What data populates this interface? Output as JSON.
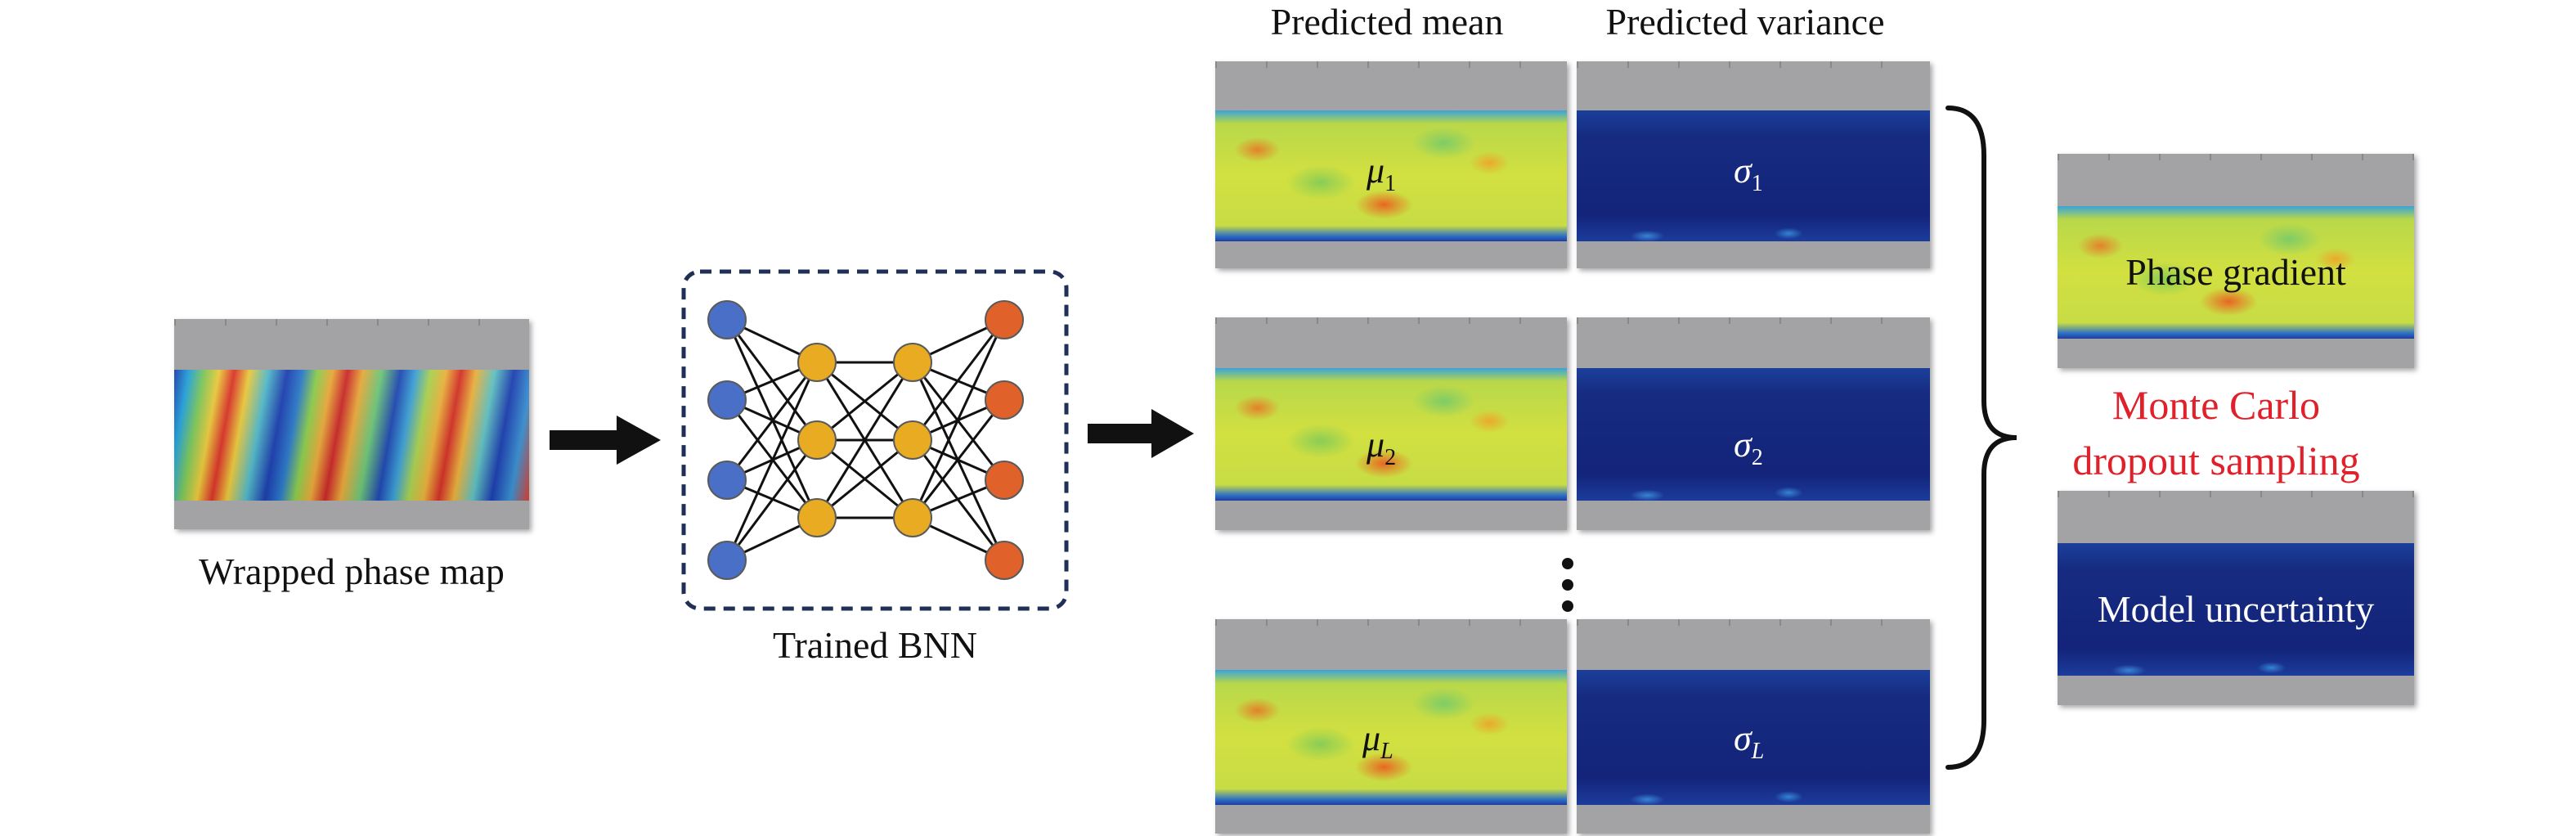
{
  "input": {
    "caption": "Wrapped phase map"
  },
  "network": {
    "caption": "Trained BNN",
    "layers": [
      4,
      3,
      3,
      4
    ],
    "colors": {
      "input": "#4a6fc7",
      "hidden1": "#e8ab22",
      "hidden2": "#e8ab22",
      "output": "#e0622a",
      "frame": "#1f2f55"
    }
  },
  "columns": {
    "mean_header": "Predicted mean",
    "variance_header": "Predicted variance"
  },
  "samples": [
    {
      "mu_symbol": "μ",
      "mu_sub": "1",
      "sigma_symbol": "σ",
      "sigma_sub": "1"
    },
    {
      "mu_symbol": "μ",
      "mu_sub": "2",
      "sigma_symbol": "σ",
      "sigma_sub": "2"
    },
    {
      "mu_symbol": "μ",
      "mu_sub": "L",
      "sigma_symbol": "σ",
      "sigma_sub": "L"
    }
  ],
  "ellipsis": "⋮",
  "method": {
    "line1": "Monte Carlo",
    "line2": "dropout sampling",
    "color": "#e0202a"
  },
  "outputs": {
    "phase_gradient": "Phase gradient",
    "model_uncertainty": "Model uncertainty"
  }
}
